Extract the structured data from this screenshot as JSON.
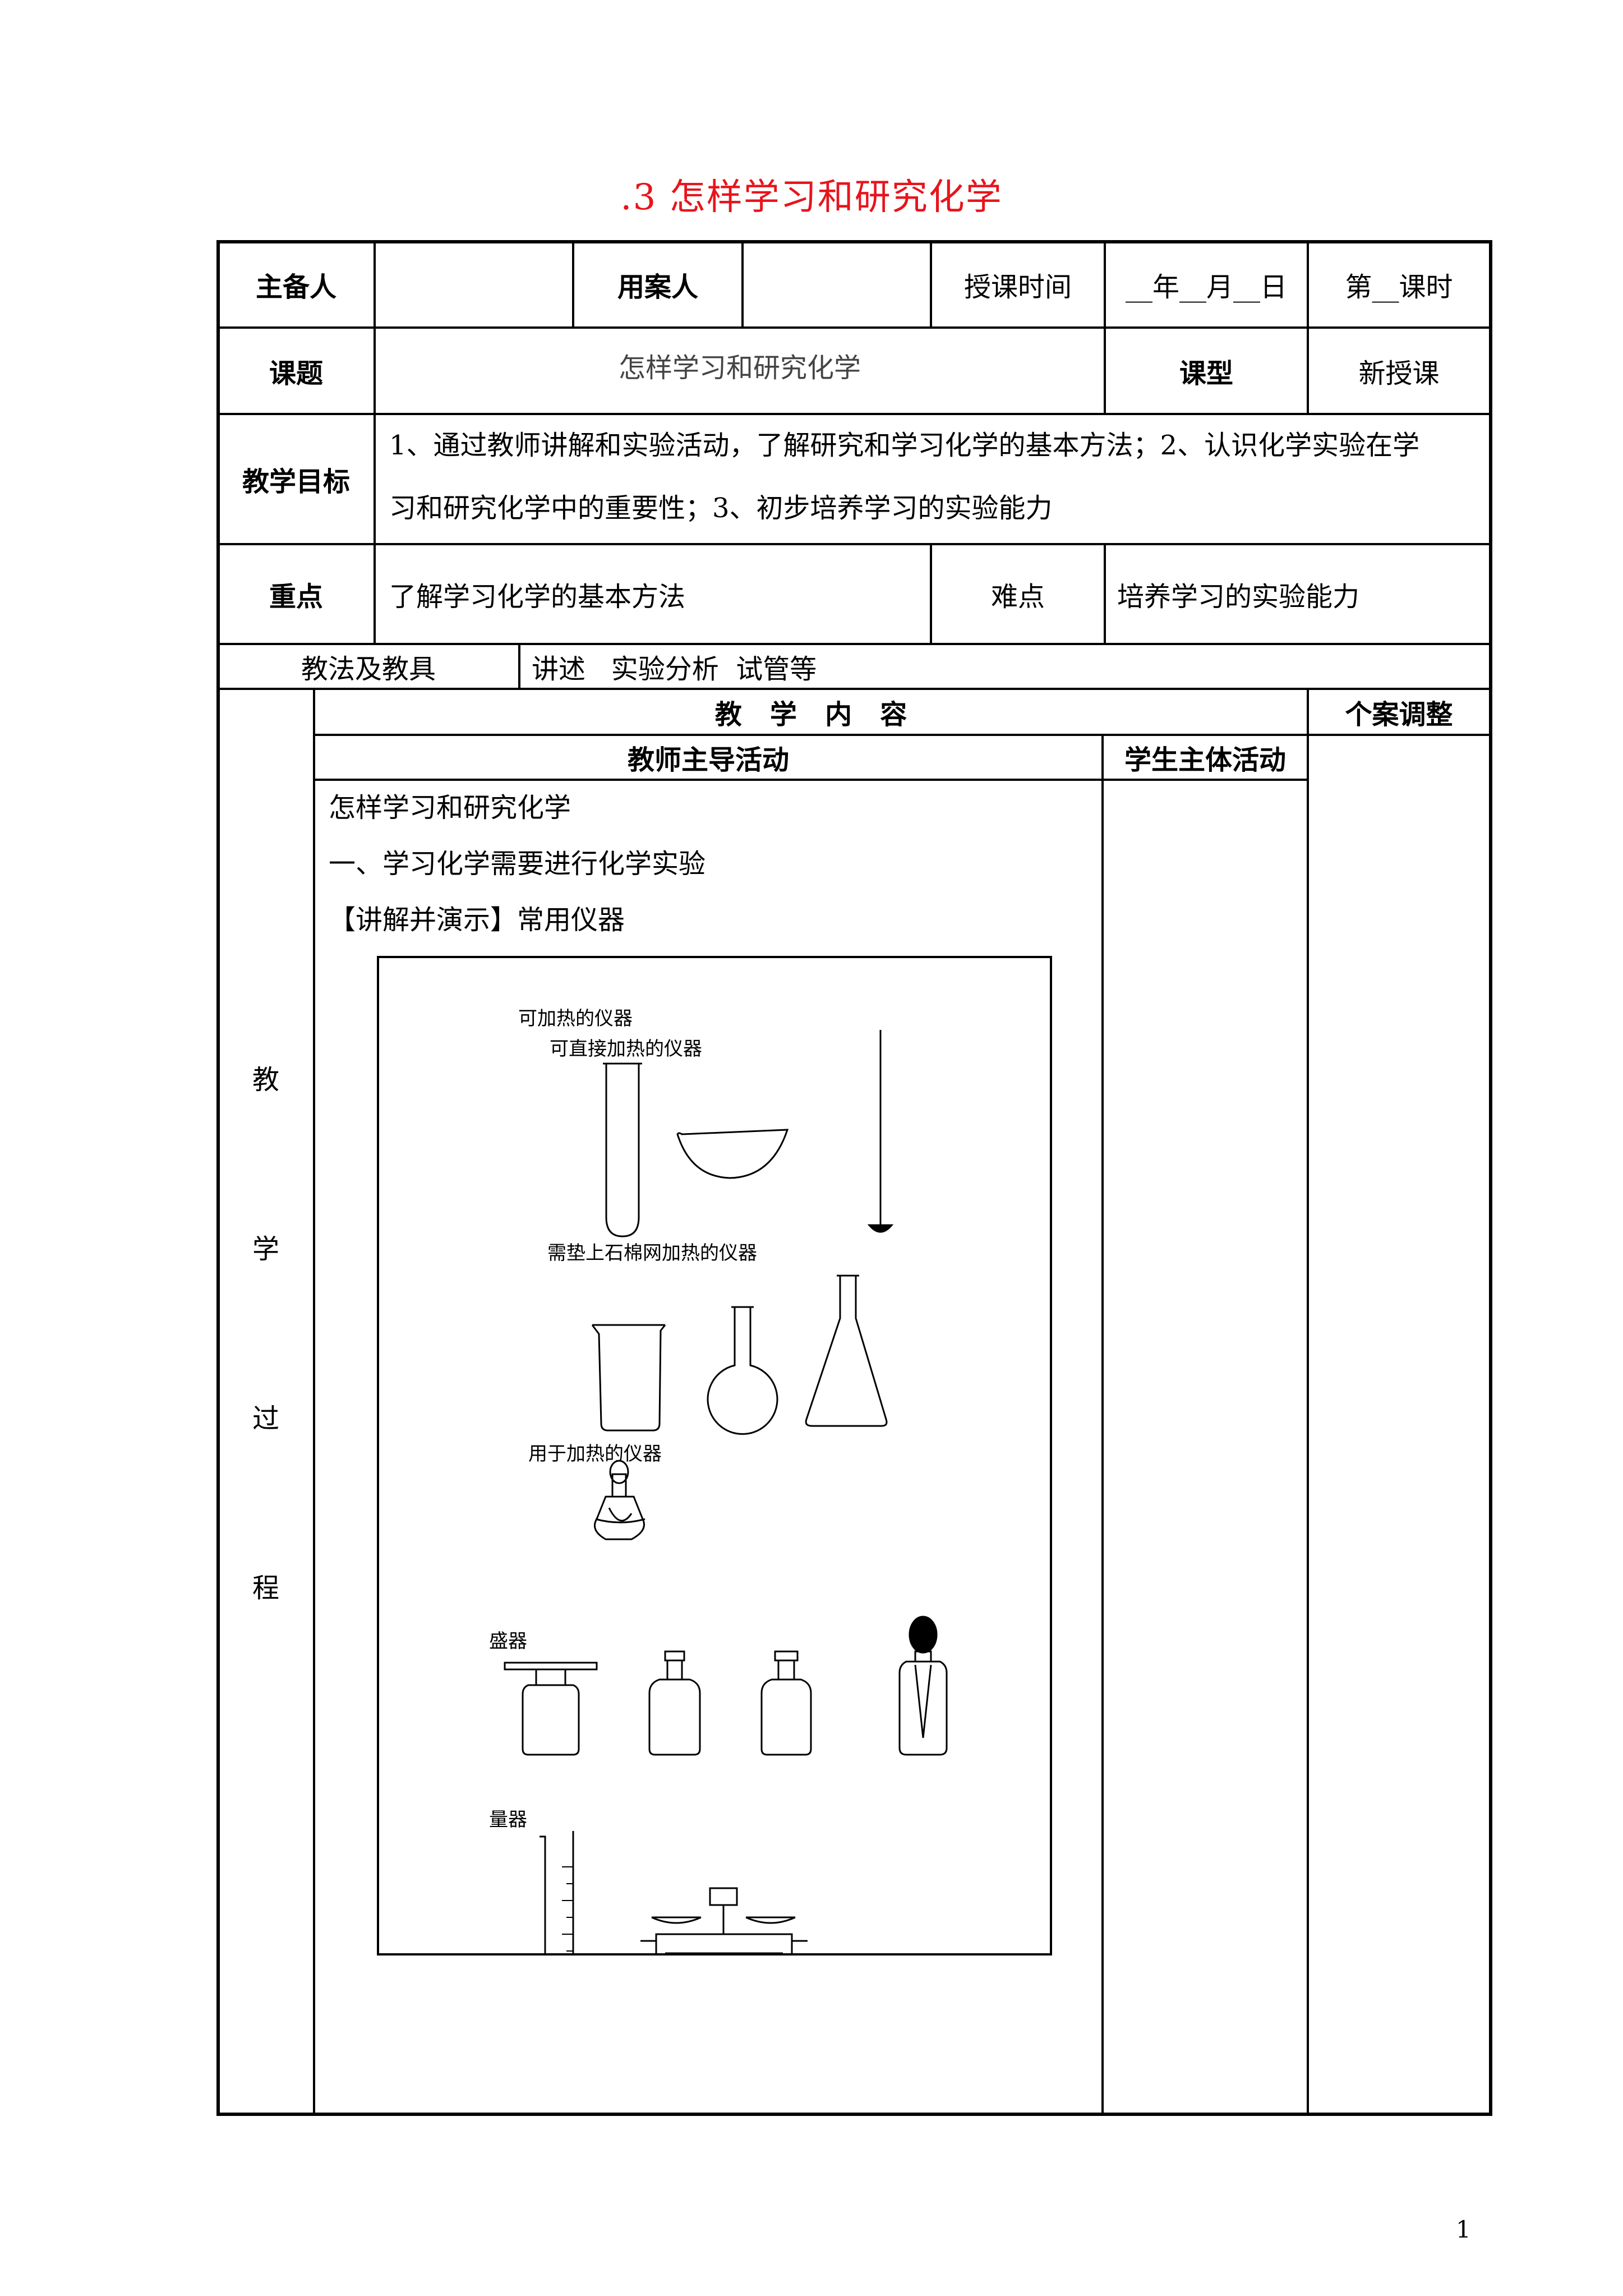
{
  "title": ".3  怎样学习和研究化学",
  "header_row": {
    "preparer_label": "主备人",
    "preparer_value": "",
    "user_label": "用案人",
    "user_value": "",
    "time_label": "授课时间",
    "date_text": "__年__月__日",
    "period_text": "第__课时"
  },
  "topic_row": {
    "topic_label": "课题",
    "topic_value": "怎样学习和研究化学",
    "type_label": "课型",
    "type_value": "新授课"
  },
  "goals_row": {
    "label": "教学目标",
    "text_line1": "1、通过教师讲解和实验活动，了解研究和学习化学的基本方法；2、认识化学实验在学",
    "text_line2": "习和研究化学中的重要性；3、初步培养学习的实验能力"
  },
  "key_row": {
    "key_label": "重点",
    "key_value": "了解学习化学的基本方法",
    "difficulty_label": "难点",
    "difficulty_value": "培养学习的实验能力"
  },
  "methods_row": {
    "label": "教法及教具",
    "value": "讲述   实验分析  试管等"
  },
  "process": {
    "side_chars": [
      "教",
      "学",
      "过",
      "程"
    ],
    "content_header": "教   学   内   容",
    "adjust_header": "个案调整",
    "teacher_header": "教师主导活动",
    "student_header": "学生主体活动",
    "lines": [
      "怎样学习和研究化学",
      "一、学习化学需要进行化学实验",
      "【讲解并演示】常用仪器"
    ]
  },
  "figure": {
    "labels": {
      "heatable": "可加热的仪器",
      "direct_heat": "可直接加热的仪器",
      "asbestos_heat": "需垫上石棉网加热的仪器",
      "for_heating": "用于加热的仪器",
      "containers": "盛器",
      "measuring": "量器"
    }
  },
  "page_number": "1"
}
